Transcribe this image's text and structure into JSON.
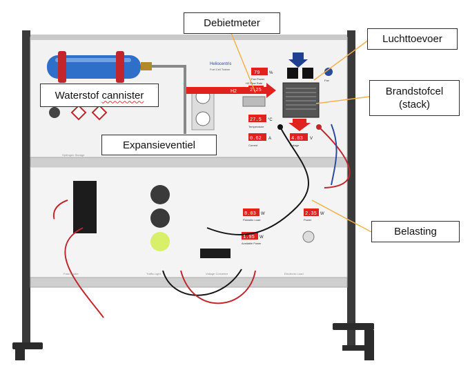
{
  "colors": {
    "frame_dark": "#3a3a3a",
    "panel": "#f3f3f3",
    "rail": "#c9c9c9",
    "cable_red": "#c0262c",
    "cable_black": "#151515",
    "cable_blue": "#2a4a9a",
    "bottle_blue": "#2d6fc9",
    "display_red": "#e0221f",
    "callout_line": "#f3b04a"
  },
  "callouts": {
    "debietmeter": "Debietmeter",
    "luchttoevoer": "Luchttoevoer",
    "waterstof_prefix": "Waterstof ",
    "waterstof_word": "cannister",
    "brandstofcel_line1": "Brandstofcel",
    "brandstofcel_line2": "(stack)",
    "expansieventiel": "Expansieventiel",
    "belasting": "Belasting"
  },
  "panel_labels": {
    "brand": "Heliocentris",
    "subtitle": "Fuel Cell Trainer",
    "h2": "H2",
    "fan_power": "Fan Power",
    "temperature": "Temperature",
    "current": "Current",
    "voltage": "Voltage",
    "flow": "H2 Flow Rate",
    "percent_unit": "%",
    "celsius_unit": "°C",
    "amp_unit": "A",
    "volt_unit": "V",
    "watt_unit": "W",
    "parasitic": "Parasitic Load",
    "available": "Available Power",
    "power": "Power",
    "hydrogen_storage": "Hydrogen Storage",
    "fuse_holder": "Fuse Holder",
    "traffic_light": "Traffic Light",
    "voltage_converter": "Voltage Converter",
    "electronic_load": "Electronic Load",
    "fan": "Fan"
  },
  "displays": {
    "fan_power": "79",
    "flow": "2.25",
    "temperature": "27.5",
    "current": "0.62",
    "voltage": "4.03",
    "parasitic": "8.03",
    "available": "1.95",
    "power": "2.35"
  }
}
